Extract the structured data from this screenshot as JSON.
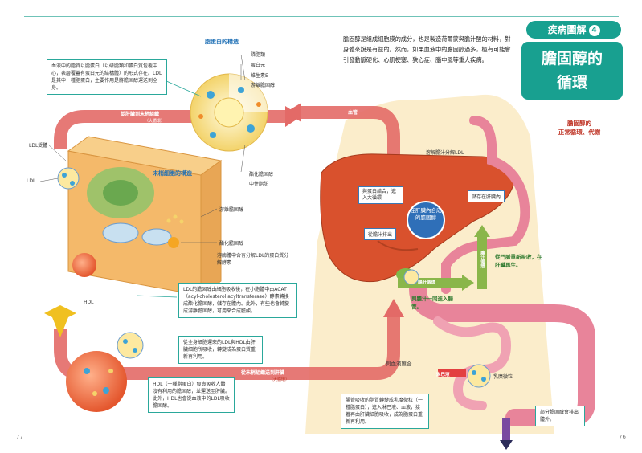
{
  "header": {
    "tag_label": "疾病圖解",
    "tag_number": "4",
    "title_line1": "膽固醇的",
    "title_line2": "循環",
    "intro": "膽固醇是組成細胞膜的成分，也是製造荷爾蒙與膽汁酸的材料，對身體來說是有益的。然而，如果血液中的膽固醇過多，極有可能會引發動脈硬化、心肌梗塞、狹心症、腦中風等重大疾病。",
    "subtitle_line1": "膽固醇的",
    "subtitle_line2": "正常循環、代謝"
  },
  "lipoprotein": {
    "title": "脂蛋白的構造",
    "labels": [
      "磷脂類",
      "蛋白元",
      "維生素E",
      "游離膽固醇",
      "酯化膽固醇",
      "中性脂肪"
    ],
    "note": "血液中的脂質以脂蛋白（以磷脂類和蛋白質包覆中心，表層覆蓋有蛋白元的結構體）的形式存在。LDL是其中一種脂蛋白，主要作用是將膽固醇運送到全身。"
  },
  "cell": {
    "title": "末梢細胞的構造",
    "ldl_receptor": "LDL受體",
    "ldl": "LDL",
    "hdl": "HDL",
    "free_chol": "游離膽固醇",
    "ester_chol": "酯化膽固醇",
    "lysosome": "溶酶體中含有分解LDL的蛋白質分解酵素",
    "acat_note": "LDL的膽固醇由細胞吸收後，在小胞體中由ACAT（acyl-cholesterol acyltransferase）酵素轉換成酯化膽固醇，儲存在體內。此外，有些也會轉變成游離膽固醇，可用來合成膽酸。"
  },
  "arrows": {
    "top": "從肝臟到末梢組織",
    "top_sub": "（大循環）",
    "bottom": "從末梢組織送到肝臟",
    "bottom_sub": "（大循環）",
    "blood_vessel": "血管",
    "mix": "與血液匯合",
    "lymph": "淋巴液",
    "enterohepatic": "腸肝循環",
    "bile_duct": "膽汁循環"
  },
  "liver": {
    "center": "在肝臟內合成的膽固醇",
    "bind_protein": "與蛋白結合，進入大循環",
    "store": "儲存在肝臟內",
    "excrete": "從膽汁排出",
    "bile_acid": "溶解膽汁分解LDL"
  },
  "notes": {
    "hdl_return": "從全身細胞運來的LDL與HDL由肝臟細胞所吸收，轉變成為蛋白質重新再利用。",
    "hdl_role": "HDL（一種脂蛋白）負責吸收人體沒有利用的膽固醇，並運送至肝臟。此外，HDL也會從血液中的LDL吸收膽固醇。",
    "absorb": "從門脈重新吸收，在肝臟再生。",
    "bile_intestine": "與膽汁一同進入腸管。",
    "chylomicron": "乳糜微粒",
    "intestine_absorb": "腸管吸收的脂質轉變成乳糜微粒（一種脂蛋白），進入淋巴液、血液，接著再由肝臟細胞吸收，成為脂蛋白重新再利用。",
    "excreted": "部分膽固醇會排出體外。"
  },
  "pages": {
    "left": "77",
    "right": "76"
  },
  "colors": {
    "teal": "#18a090",
    "red_arrow": "#e36a67",
    "green_arrow": "#8ab64a",
    "liver": "#d9512d",
    "intestine": "#e8849a",
    "cell": "#f4b96a"
  }
}
